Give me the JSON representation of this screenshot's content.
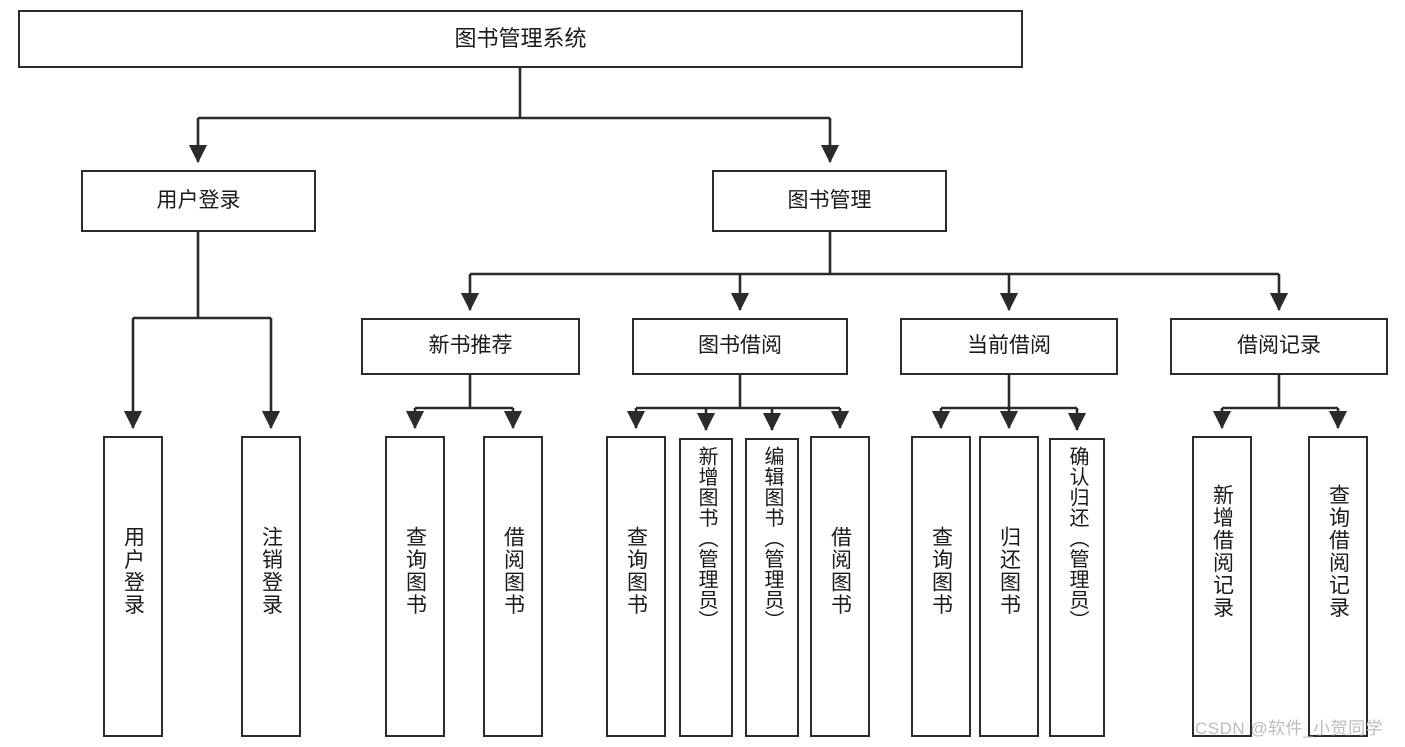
{
  "diagram": {
    "type": "tree-hierarchy-chart",
    "title": "图书管理系统",
    "orientation": "top-down",
    "line_color": "#2b2b2b",
    "box_fill": "#ffffff",
    "box_border": "#2b2b2b",
    "text_color": "#1a1a1a"
  },
  "nodes": {
    "root": {
      "label": "图书管理系统"
    },
    "level2": [
      {
        "label": "用户登录"
      },
      {
        "label": "图书管理"
      }
    ],
    "level3": [
      {
        "label": "新书推荐"
      },
      {
        "label": "图书借阅"
      },
      {
        "label": "当前借阅"
      },
      {
        "label": "借阅记录"
      }
    ],
    "leaves": {
      "user_login": [
        {
          "label": "用户登录"
        },
        {
          "label": "注销登录"
        }
      ],
      "new_book_recommend": [
        {
          "label": "查询图书"
        },
        {
          "label": "借阅图书"
        }
      ],
      "book_borrow": [
        {
          "label": "查询图书"
        },
        {
          "label": "新增图书（管理员）"
        },
        {
          "label": "编辑图书（管理员）"
        },
        {
          "label": "借阅图书"
        }
      ],
      "current_borrow": [
        {
          "label": "查询图书"
        },
        {
          "label": "归还图书"
        },
        {
          "label": "确认归还（管理员）"
        }
      ],
      "borrow_record": [
        {
          "label": "新增借阅记录"
        },
        {
          "label": "查询借阅记录"
        }
      ]
    }
  },
  "watermark": {
    "text": "CSDN @软件_小贺同学"
  }
}
